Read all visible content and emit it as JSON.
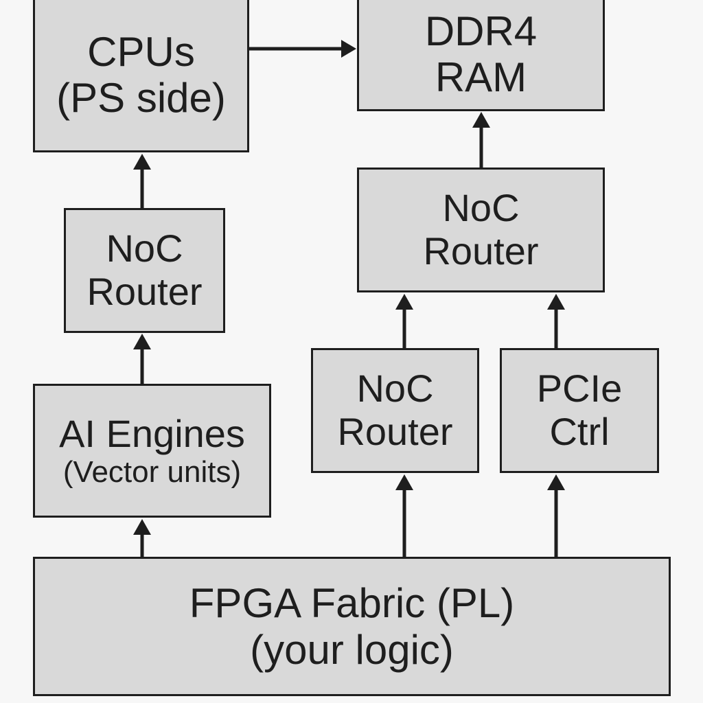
{
  "blocks": {
    "cpus": {
      "line1": "CPUs",
      "line2": "(PS side)"
    },
    "ddr4_ram": {
      "line1": "DDR4",
      "line2": "RAM"
    },
    "noc_router_left": {
      "line1": "NoC",
      "line2": "Router"
    },
    "noc_router_right_top": {
      "line1": "NoC",
      "line2": "Router"
    },
    "ai_engines": {
      "line1": "AI Engines",
      "line2": "(Vector units)"
    },
    "noc_router_middle": {
      "line1": "NoC",
      "line2": "Router"
    },
    "pcie_ctrl": {
      "line1": "PCIe",
      "line2": "Ctrl"
    },
    "fpga_fabric": {
      "line1": "FPGA Fabric (PL)",
      "line2": "(your logic)"
    }
  },
  "connections": [
    {
      "from": "CPUs",
      "to": "DDR4 RAM"
    },
    {
      "from": "NoC Router",
      "to": "CPUs"
    },
    {
      "from": "NoC Router",
      "to": "DDR4 RAM"
    },
    {
      "from": "AI Engines",
      "to": "NoC Router"
    },
    {
      "from": "NoC Router",
      "to": "NoC Router"
    },
    {
      "from": "PCIe Ctrl",
      "to": "NoC Router"
    },
    {
      "from": "FPGA Fabric (PL)",
      "to": "AI Engines"
    },
    {
      "from": "FPGA Fabric (PL)",
      "to": "NoC Router"
    },
    {
      "from": "FPGA Fabric (PL)",
      "to": "PCIe Ctrl"
    }
  ],
  "colors": {
    "background": "#f7f7f7",
    "block_fill": "#d9d9d9",
    "stroke": "#1e1e1e"
  }
}
